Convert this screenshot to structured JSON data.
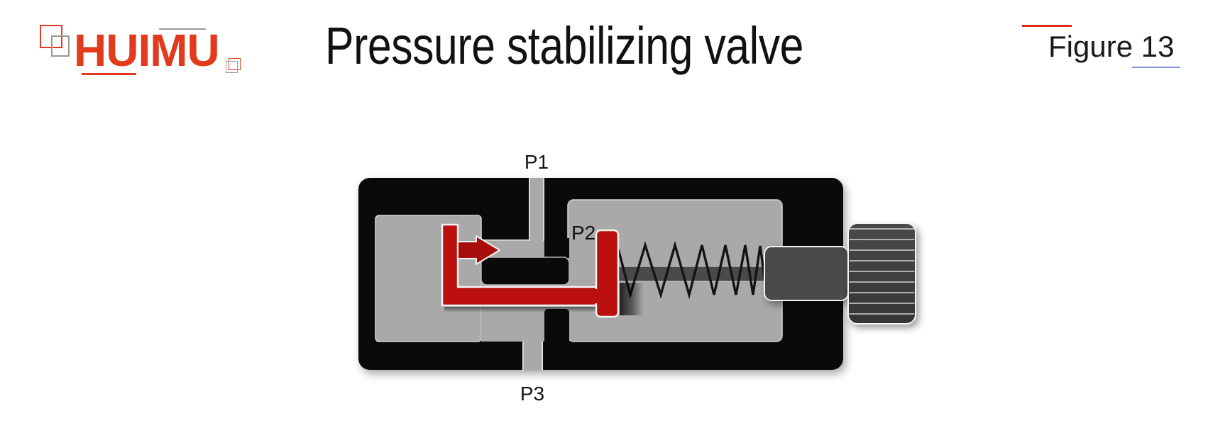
{
  "header": {
    "logo_text": "HUIMU",
    "title": "Pressure stabilizing valve",
    "figure_label": "Figure 13"
  },
  "diagram": {
    "description": "Cross-section of a pressure stabilizing valve with inlet P1, outlet chamber P2, drain P3, poppet with arrow, piston, spring, spring seat and adjustment knob",
    "port_labels": {
      "p1": "P1",
      "p2": "P2",
      "p3": "P3"
    }
  },
  "colors": {
    "logo_red": "#e23a1c",
    "decor_gray": "#999999",
    "title_black": "#111111",
    "figure_text": "#1a1a1a",
    "figure_red": "#da2b1e",
    "figure_blue": "#8194da",
    "body_black": "#0a0a0a",
    "cavity_gray": "#a9a9a9",
    "cavity_edge": "#d6d6d6",
    "channel_edge": "#eaeaea",
    "window_edge": "#b8b8b8",
    "valve_red": "#bb100d",
    "arrow_red": "#a80e0b",
    "outline_white": "#f4f4f4",
    "metal_dark": "#4a4a4a",
    "knob_dark": "#3f3f3f",
    "knob_line": "#d2d2d2",
    "spring_black": "#141414",
    "label_black": "#141414"
  }
}
